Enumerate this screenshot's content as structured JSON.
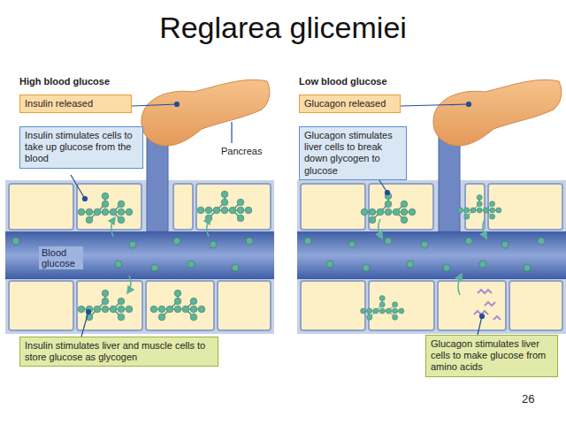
{
  "diagram": {
    "title": "Reglarea glicemiei",
    "nodes": [
      {
        "text": [
          "Insulin released"
        ]
      },
      {
        "text": [
          "Insulin stimulates cells to take up glucose from the blood"
        ]
      },
      {
        "text": [
          "Insulin stimulates liver and muscle cells to store glucose as glycogen"
        ]
      },
      {
        "text": [
          "Glucagon released"
        ]
      },
      {
        "text": [
          "Glucagon stimulates liver cells to break down glycogen to glucose"
        ]
      },
      {
        "text": [
          "Glucagon stimulates liver cells to make glucose from amino acids"
        ]
      }
    ],
    "labels": [
      "High blood glucose",
      "Pancreas",
      "Blood glucose",
      "Low blood glucose",
      "26"
    ]
  }
}
